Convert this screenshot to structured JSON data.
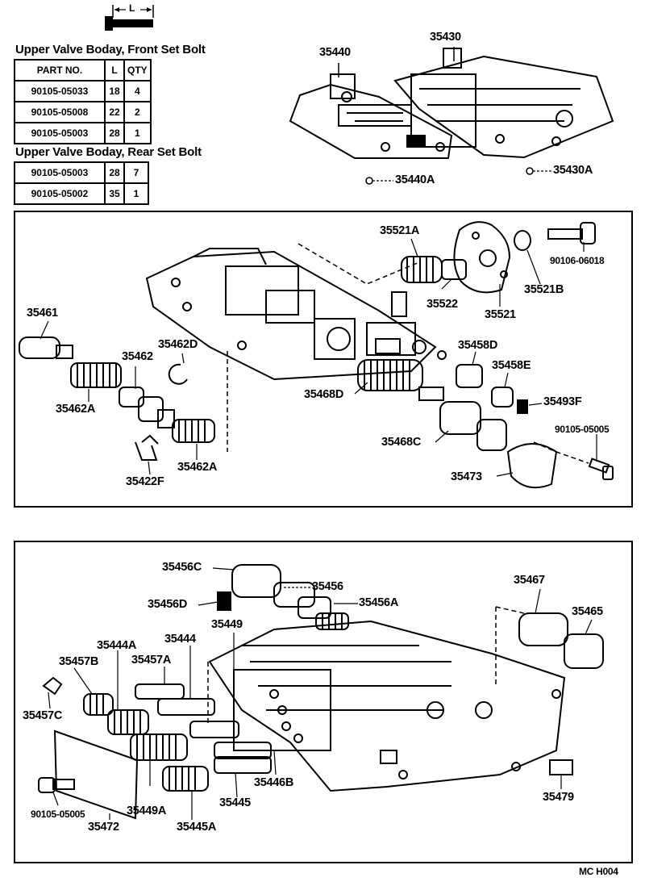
{
  "bolt_dimension_label": "L",
  "front_bolt": {
    "heading": "Upper Valve Boday, Front Set Bolt",
    "headers": [
      "PART NO.",
      "L",
      "QTY"
    ],
    "rows": [
      [
        "90105-05033",
        "18",
        "4"
      ],
      [
        "90105-05008",
        "22",
        "2"
      ],
      [
        "90105-05003",
        "28",
        "1"
      ]
    ]
  },
  "rear_bolt": {
    "heading": "Upper Valve Boday, Rear Set Bolt",
    "rows": [
      [
        "90105-05003",
        "28",
        "7"
      ],
      [
        "90105-05002",
        "35",
        "1"
      ]
    ]
  },
  "top_labels": {
    "p35440": "35440",
    "p35430": "35430",
    "p35440A": "35440A",
    "p35430A": "35430A"
  },
  "middle_labels": {
    "p35521A": "35521A",
    "p90106_06018": "90106-06018",
    "p35522": "35522",
    "p35521": "35521",
    "p35521B": "35521B",
    "p35461": "35461",
    "p35462D": "35462D",
    "p35462": "35462",
    "p35462A_top": "35462A",
    "p35462A_bottom": "35462A",
    "p35422F": "35422F",
    "p35458D": "35458D",
    "p35458E": "35458E",
    "p35493F": "35493F",
    "p35468D": "35468D",
    "p35468C": "35468C",
    "p90105_05005": "90105-05005",
    "p35473": "35473"
  },
  "bottom_labels": {
    "p35456C": "35456C",
    "p35456": "35456",
    "p35456D": "35456D",
    "p35456A": "35456A",
    "p35467": "35467",
    "p35465": "35465",
    "p35449": "35449",
    "p35444A": "35444A",
    "p35444": "35444",
    "p35457B": "35457B",
    "p35457A": "35457A",
    "p35457C": "35457C",
    "p35446B": "35446B",
    "p35445": "35445",
    "p90105_05005": "90105-05005",
    "p35449A": "35449A",
    "p35472": "35472",
    "p35445A": "35445A",
    "p35479": "35479"
  },
  "footer_code": "MC  H004"
}
